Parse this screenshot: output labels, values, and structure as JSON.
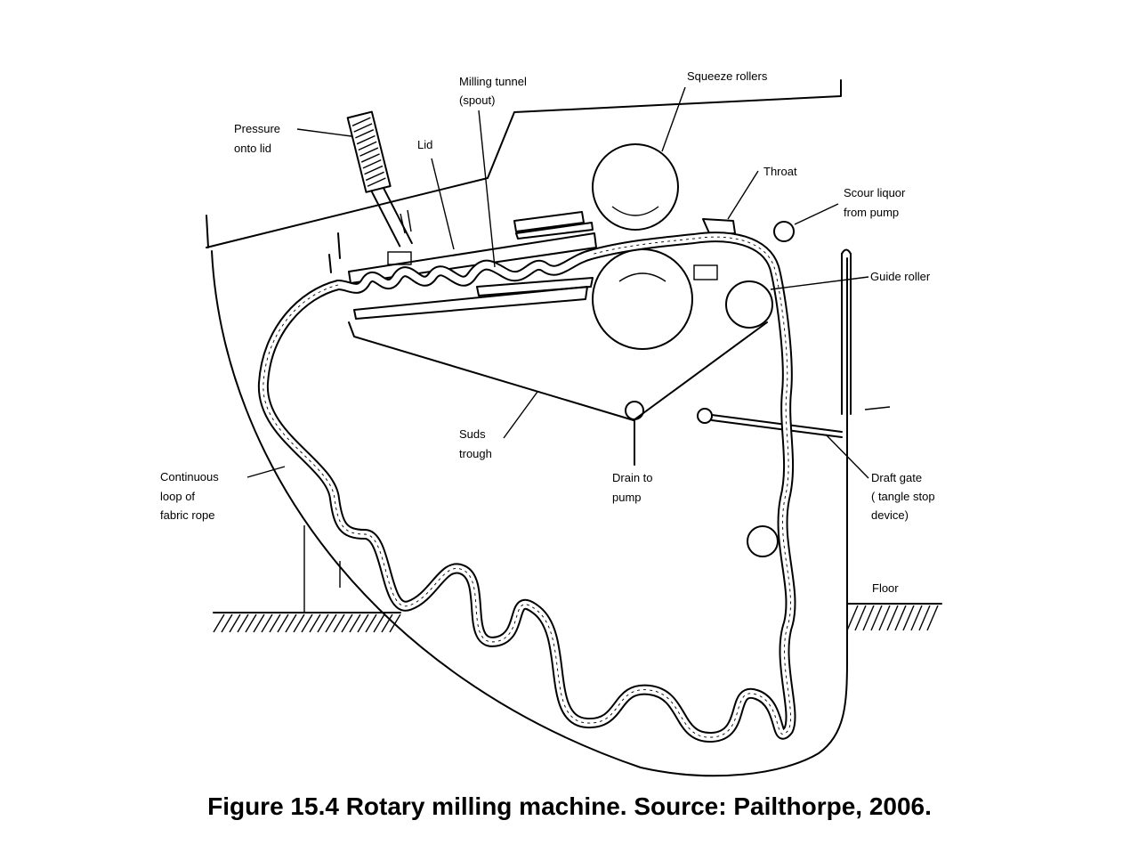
{
  "figure": {
    "title": "Rotary milling machine",
    "caption": "Figure 15.4  Rotary milling machine.  Source:  Pailthorpe, 2006."
  },
  "labels": {
    "pressure_onto_lid": [
      "Pressure",
      "onto lid"
    ],
    "lid": [
      "Lid"
    ],
    "milling_tunnel": [
      "Milling tunnel",
      "(spout)"
    ],
    "squeeze_rollers": [
      "Squeeze rollers"
    ],
    "throat": [
      "Throat"
    ],
    "scour_liquor": [
      "Scour liquor",
      "from pump"
    ],
    "guide_roller": [
      "Guide roller"
    ],
    "suds_trough": [
      "Suds",
      "trough"
    ],
    "drain_to_pump": [
      "Drain to",
      "pump"
    ],
    "continuous_loop": [
      "Continuous",
      "loop of",
      "fabric rope"
    ],
    "draft_gate": [
      "Draft gate",
      "( tangle stop",
      "device)"
    ],
    "floor": [
      "Floor"
    ]
  }
}
